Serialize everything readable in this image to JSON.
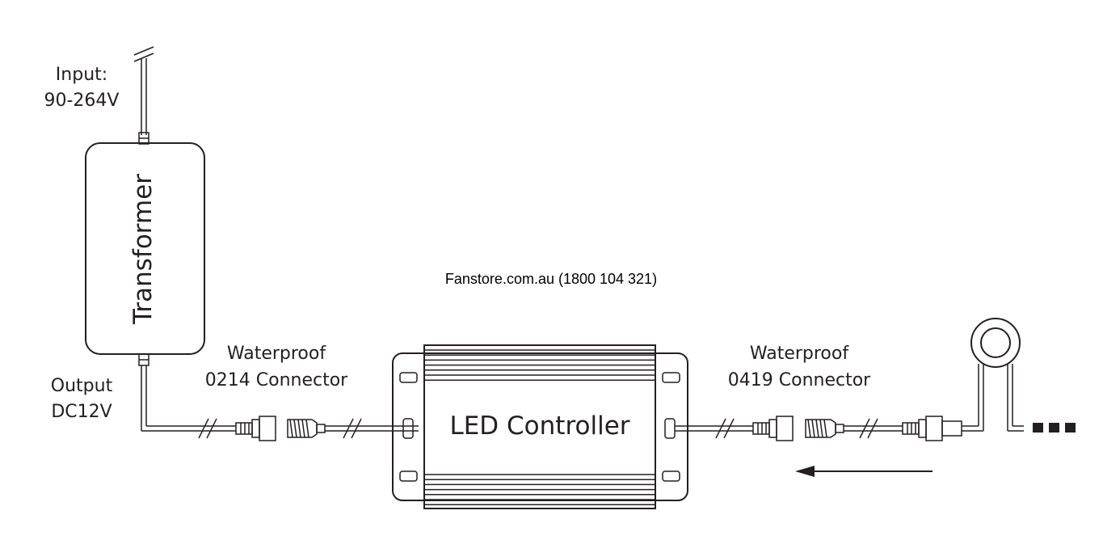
{
  "input_label": {
    "line1": "Input:",
    "line2": "90-264V"
  },
  "output_label": {
    "line1": "Output",
    "line2": "DC12V"
  },
  "transformer_label": "Transformer",
  "controller_label": "LED Controller",
  "left_connector_label": {
    "line1": "Waterproof",
    "line2": "0214 Connector"
  },
  "right_connector_label": {
    "line1": "Waterproof",
    "line2": "0419 Connector"
  },
  "credit": "Fanstore.com.au (1800 104 321)",
  "colors": {
    "line": "#231f20",
    "background": "#ffffff"
  },
  "icons": {
    "arrow": "left-arrow-icon",
    "light": "round-led-light-icon",
    "continuation": "ellipsis-squares-icon"
  }
}
